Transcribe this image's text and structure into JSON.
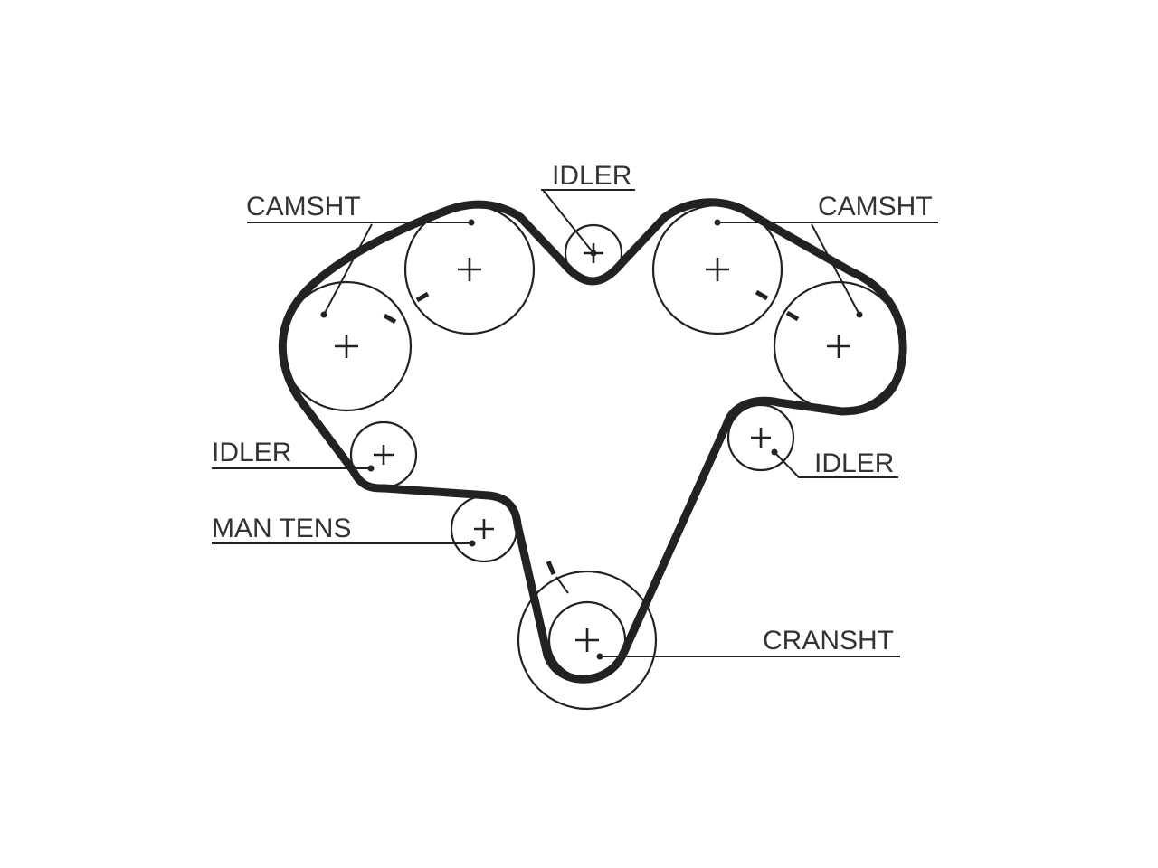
{
  "labels": {
    "camshaft_left": "CAMSHT",
    "camshaft_right": "CAMSHT",
    "idler_top": "IDLER",
    "idler_left": "IDLER",
    "idler_right": "IDLER",
    "manual_tensioner": "MAN TENS",
    "crankshaft": "CRANSHT"
  },
  "colors": {
    "line": "#222222",
    "text": "#333333",
    "background": "#ffffff"
  }
}
